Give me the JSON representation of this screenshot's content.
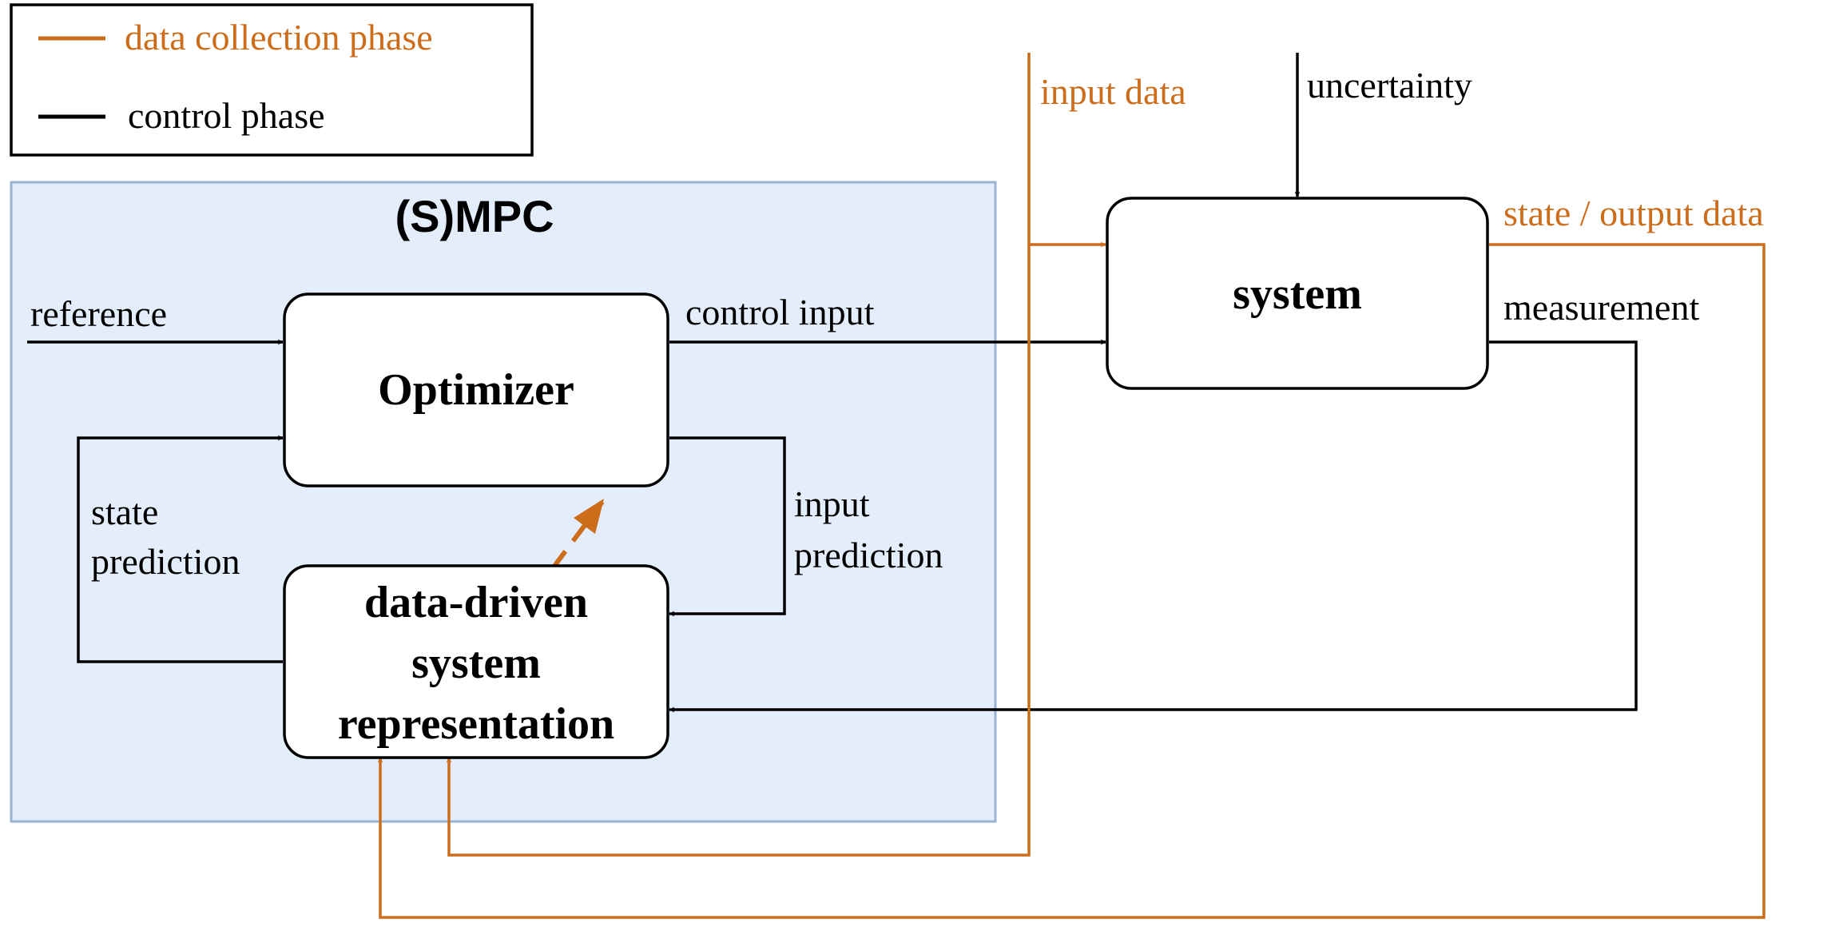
{
  "legend": {
    "data_phase": "data collection phase",
    "control_phase": "control phase"
  },
  "mpc_title": "(S)MPC",
  "blocks": {
    "optimizer": "Optimizer",
    "representation": [
      "data-driven",
      "system",
      "representation"
    ],
    "system": "system"
  },
  "labels": {
    "reference": "reference",
    "control_input": "control input",
    "state_prediction": [
      "state",
      "prediction"
    ],
    "input_prediction": [
      "input",
      "prediction"
    ],
    "input_data": "input data",
    "uncertainty": "uncertainty",
    "state_output_data": "state / output data",
    "measurement": "measurement"
  },
  "colors": {
    "data_phase": "#cc6d1c",
    "control_phase": "#000000",
    "mpc_fill": "#e3edfb",
    "mpc_border": "#9cb3d0"
  }
}
